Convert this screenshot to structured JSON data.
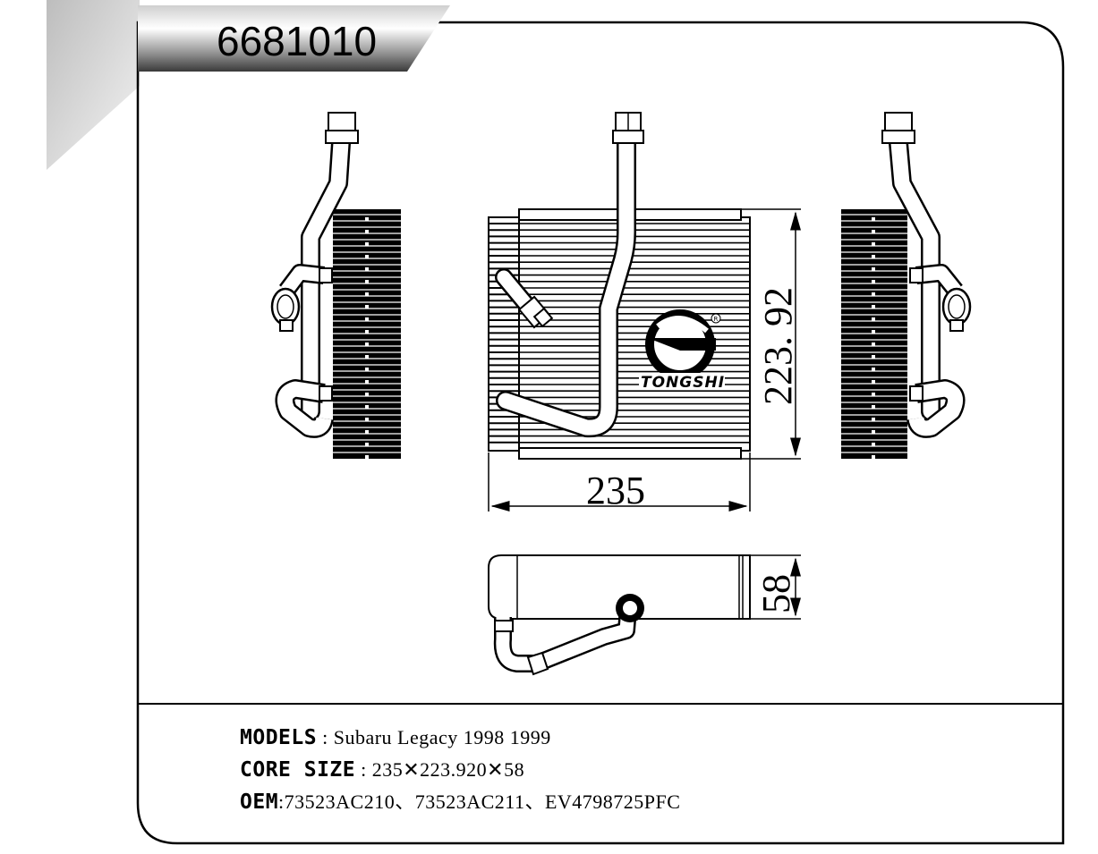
{
  "part_number": "6681010",
  "logo_text": "TONGSHI",
  "dimensions": {
    "width": "235",
    "height": "223. 92",
    "depth": "58"
  },
  "specs": {
    "models_key": "MODELS",
    "models_sep": " : ",
    "models_value": "Subaru Legacy 1998 1999",
    "core_key": "CORE SIZE",
    "core_sep": " : ",
    "core_value": "235✕223.920✕58",
    "oem_key": "OEM",
    "oem_sep": ":",
    "oem_value": "73523AC210、73523AC211、EV4798725PFC"
  }
}
